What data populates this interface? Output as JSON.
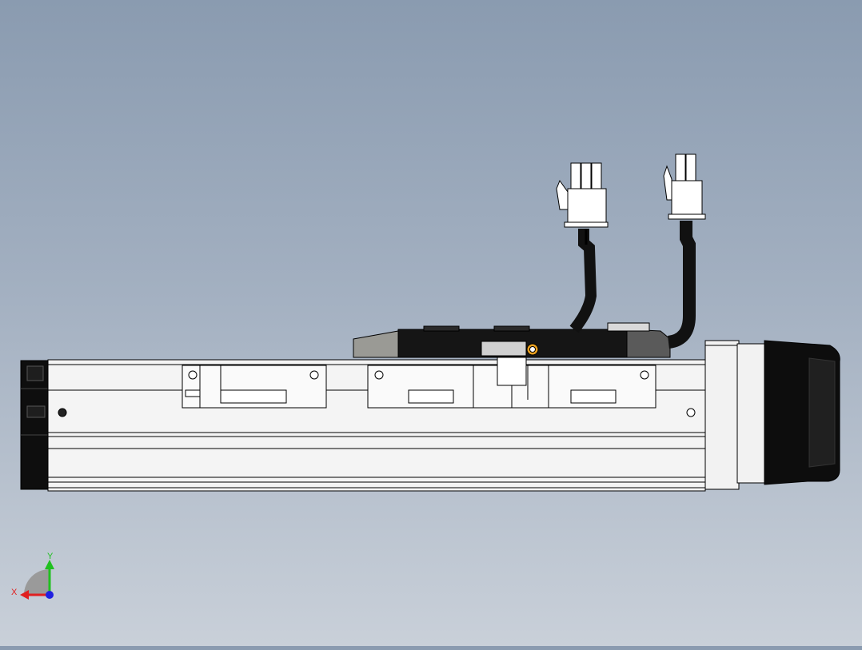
{
  "viewport": {
    "background_top": "#8a9bb0",
    "background_bottom": "#c9d0d9"
  },
  "triad": {
    "x_label": "X",
    "y_label": "Y",
    "x_color": "#e02020",
    "y_color": "#20c020",
    "z_color": "#2020e0"
  },
  "model": {
    "connector_left_icon": "cable-connector-3pin",
    "connector_right_icon": "cable-connector-2pin",
    "cable_color": "#111111",
    "rail_color": "#f4f4f4",
    "motor_color": "#0d0d0d",
    "accent_bolt_color": "#e8a020"
  }
}
